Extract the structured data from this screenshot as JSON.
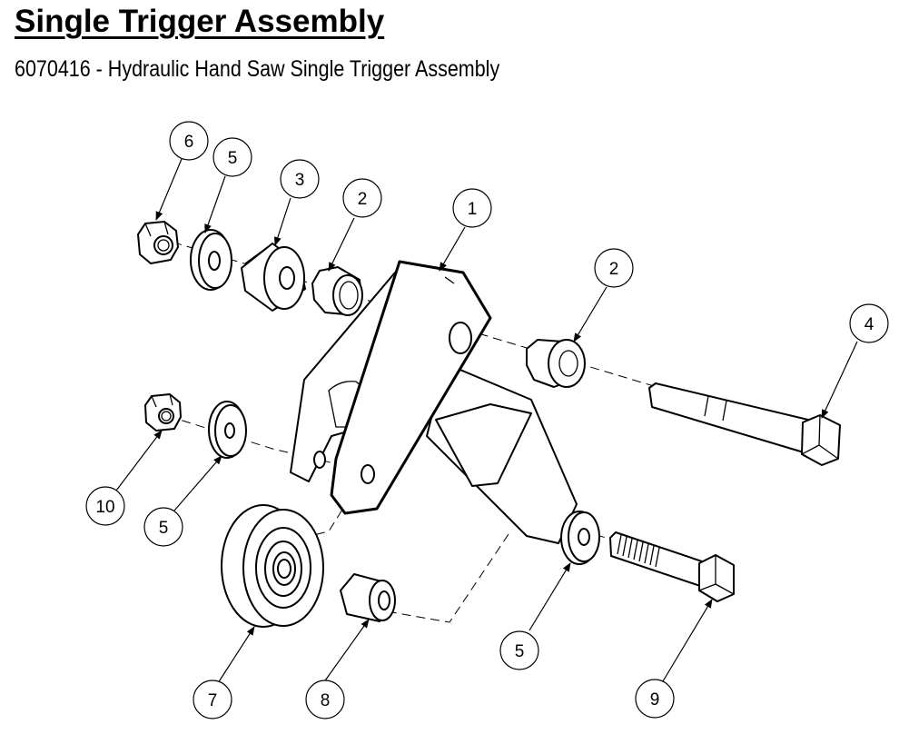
{
  "header": {
    "title": "Single Trigger Assembly",
    "subtitle": "6070416 - Hydraulic Hand Saw Single Trigger Assembly"
  },
  "balloons": [
    "6",
    "5",
    "3",
    "2",
    "1",
    "2",
    "4",
    "10",
    "5",
    "7",
    "8",
    "5",
    "9"
  ]
}
